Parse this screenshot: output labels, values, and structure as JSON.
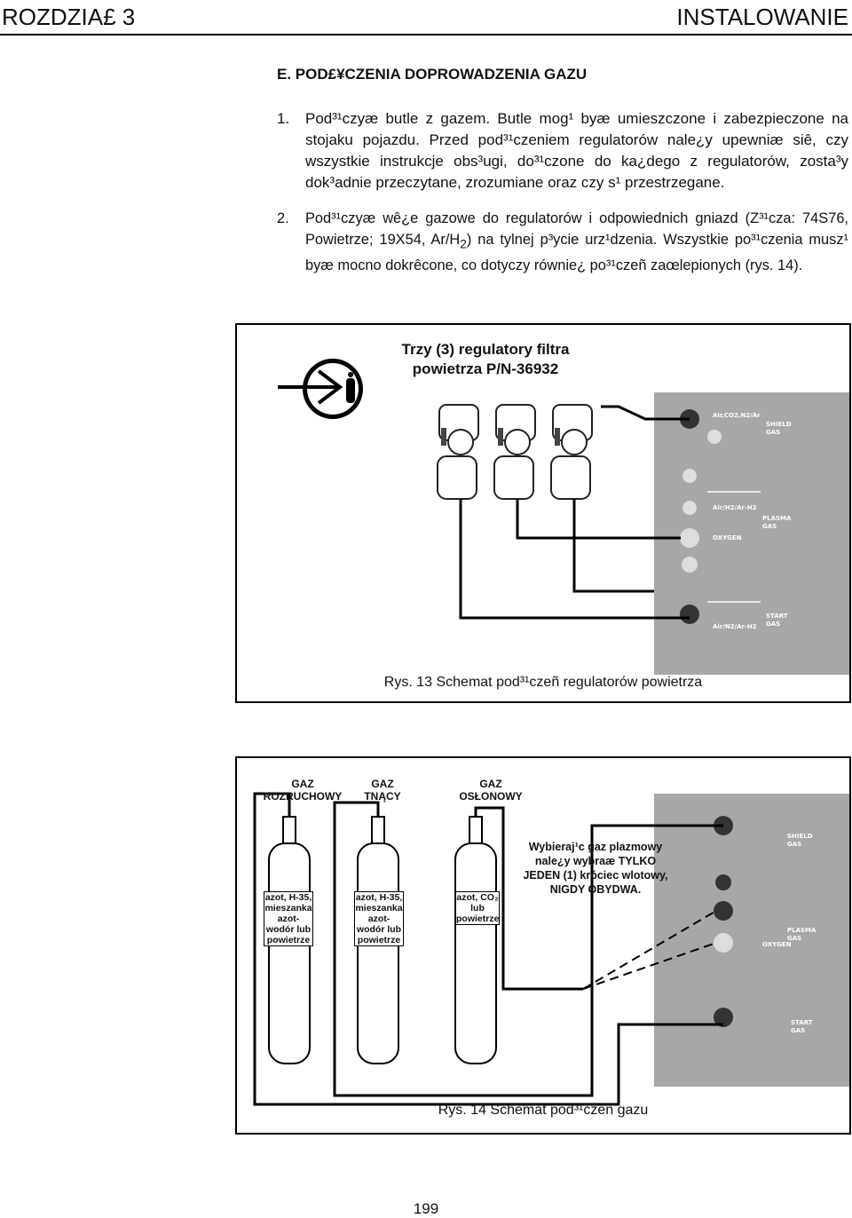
{
  "header": {
    "chapter": "ROZDZIA£ 3",
    "section_title": "INSTALOWANIE"
  },
  "section": {
    "heading": "E. POD£¥CZENIA DOPROWADZENIA GAZU"
  },
  "paragraphs": [
    {
      "num": "1.",
      "text": "Pod³¹czyæ butle z gazem. Butle mog¹ byæ umieszczone i zabezpieczone na stojaku pojazdu. Przed pod³¹czeniem regulatorów nale¿y upewniæ siê, czy wszystkie instrukcje obs³ugi, do³¹czone do ka¿dego z regulatorów, zosta³y dok³adnie przeczytane, zrozumiane oraz czy s¹ przestrzegane."
    },
    {
      "num": "2.",
      "text_before_sub": "Pod³¹czyæ wê¿e gazowe do regulatorów i odpowiednich gniazd (Z³¹cza: 74S76, Powietrze; 19X54, Ar/H",
      "sub": "2",
      "text_after_sub": ") na tylnej p³ycie urz¹dzenia. Wszystkie po³¹czenia musz¹ byæ mocno dokrêcone, co dotyczy równie¿ po³¹czeñ zaœlepionych (rys. 14)."
    }
  ],
  "figure13": {
    "title": "Trzy (3) regulatory filtra powietrza P/N-36932",
    "caption": "Rys. 13 Schemat pod³¹czeñ regulatorów powietrza",
    "panel_labels": {
      "shield_gas": "SHIELD GAS",
      "shield_gas_small": "Air,CO2,N2/Ar",
      "plasma_gas": "PLASMA GAS",
      "plasma_gas_small": "Air/H2/Ar-H2",
      "oxygen": "OXYGEN",
      "start_gas": "START GAS",
      "start_gas_small": "Air/N2/Ar-H2"
    }
  },
  "figure14": {
    "caption": "Rys. 14 Schemat pod³¹czeñ gazu",
    "cylinders": [
      {
        "label": "GAZ ROZRUCHOWY",
        "contents": "azot, H-35, mieszanka azot-wodór lub powietrze"
      },
      {
        "label": "GAZ TNĄCY",
        "contents": "azot, H-35, mieszanka azot-wodór lub powietrze"
      },
      {
        "label": "GAZ OSŁONOWY",
        "contents": "azot, CO₂ lub powietrze"
      }
    ],
    "warning": "Wybieraj¹c gaz plazmowy nale¿y wybraæ TYLKO JEDEN (1) króciec wlotowy, NIGDY OBYDWA.",
    "panel_labels": {
      "shield_gas": "SHIELD GAS",
      "plasma_gas": "PLASMA GAS",
      "oxygen": "OXYGEN",
      "start_gas": "START GAS"
    }
  },
  "page_number": "199"
}
